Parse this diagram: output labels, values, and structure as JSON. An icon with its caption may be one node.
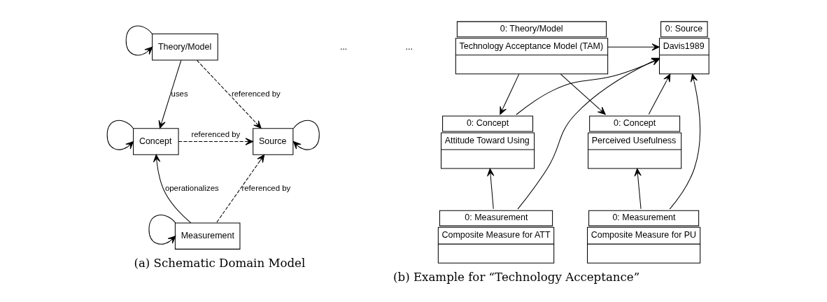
{
  "diagram": {
    "nodes": [
      {
        "text": [
          "Theory/Model"
        ]
      },
      {
        "text": [
          "Concept"
        ]
      },
      {
        "text": [
          "Measurement"
        ]
      },
      {
        "text": [
          "Source"
        ]
      },
      {
        "text": [
          "0: Theory/Model",
          "Technology Acceptance Model (TAM)"
        ]
      },
      {
        "text": [
          "0: Source",
          "Davis1989"
        ]
      },
      {
        "text": [
          "0: Concept",
          "Attitude Toward Using"
        ]
      },
      {
        "text": [
          "0: Concept",
          "Perceived Usefulness"
        ]
      },
      {
        "text": [
          "0: Measurement",
          "Composite Measure for ATT"
        ]
      },
      {
        "text": [
          "0: Measurement",
          "Composite Measure for PU"
        ]
      }
    ],
    "edges": [
      {
        "from": 0,
        "to": 0,
        "arrow": "to"
      },
      {
        "from": 1,
        "to": 1,
        "arrow": "to"
      },
      {
        "from": 2,
        "to": 2,
        "arrow": "to"
      },
      {
        "from": 3,
        "to": 3,
        "arrow": "to"
      },
      {
        "from": 0,
        "to": 1,
        "arrow": "to",
        "label": "uses"
      },
      {
        "from": 2,
        "to": 1,
        "arrow": "to",
        "label": "operationalizes"
      },
      {
        "from": 0,
        "to": 3,
        "arrow": "to",
        "label": "referenced by",
        "style": "dashed"
      },
      {
        "from": 1,
        "to": 3,
        "arrow": "to",
        "label": "referenced by",
        "style": "dashed"
      },
      {
        "from": 2,
        "to": 3,
        "arrow": "to",
        "label": "referenced by",
        "style": "dashed"
      },
      {
        "from": 4,
        "to": 5,
        "arrow": "to"
      },
      {
        "from": 4,
        "to": 6,
        "arrow": "to"
      },
      {
        "from": 4,
        "to": 7,
        "arrow": "to"
      },
      {
        "from": 6,
        "to": 5,
        "arrow": "to"
      },
      {
        "from": 7,
        "to": 5,
        "arrow": "to"
      },
      {
        "from": 8,
        "to": 6,
        "arrow": "to"
      },
      {
        "from": 8,
        "to": 5,
        "arrow": "to"
      },
      {
        "from": 9,
        "to": 7,
        "arrow": "to"
      },
      {
        "from": 9,
        "to": 5,
        "arrow": "to"
      }
    ],
    "labels": [
      "...",
      "...",
      "(a) Schematic Domain Model",
      "(b) Example for “Technology Acceptance”"
    ]
  }
}
